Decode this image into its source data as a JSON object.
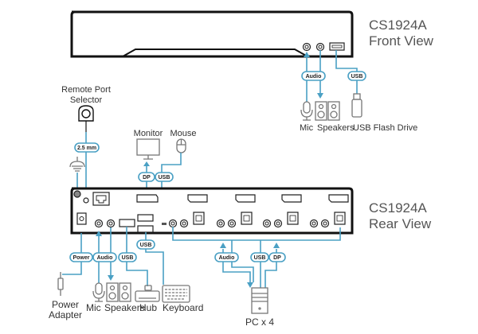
{
  "front": {
    "model": "CS1924A",
    "view": "Front View",
    "labels": {
      "audio": "Audio",
      "usb": "USB"
    },
    "devices": {
      "mic": "Mic",
      "speakers": "Speakers",
      "flash": "USB Flash Drive"
    }
  },
  "rear": {
    "model": "CS1924A",
    "view": "Rear View",
    "labels": {
      "remote_size": "2.5 mm",
      "dp": "DP",
      "usb_top": "USB",
      "power": "Power",
      "audio": "Audio",
      "usb_hub": "USB",
      "usb_kb": "USB",
      "pc_audio": "Audio",
      "pc_usb": "USB",
      "pc_dp": "DP"
    },
    "devices": {
      "remote": "Remote Port Selector",
      "remote_l1": "Remote Port",
      "remote_l2": "Selector",
      "monitor": "Monitor",
      "mouse": "Mouse",
      "power_l1": "Power",
      "power_l2": "Adapter",
      "mic": "Mic",
      "speakers": "Speakers",
      "hub": "Hub",
      "keyboard": "Keyboard",
      "pc": "PC x 4"
    }
  },
  "colors": {
    "accent": "#4aa0c4",
    "chassis": "#111111",
    "device": "#777777"
  }
}
